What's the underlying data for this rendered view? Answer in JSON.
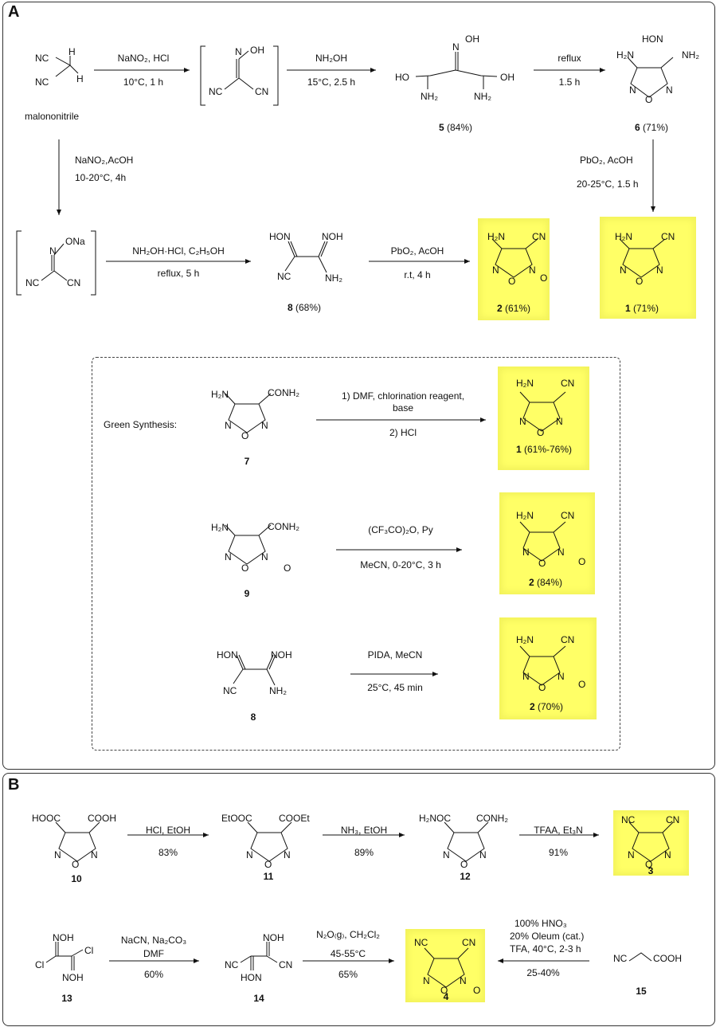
{
  "panel_a": {
    "label": "A",
    "malononitrile": "malononitrile",
    "r1_top": "NaNO₂, HCl",
    "r1_bot": "10°C, 1 h",
    "r2_top": "NH₂OH",
    "r2_bot": "15°C, 2.5 h",
    "r3_top": "reflux",
    "r3_bot": "1.5 h",
    "r4_top": "NaNO₂,AcOH",
    "r4_bot": "10-20°C, 4h",
    "r5_top": "PbO₂, AcOH",
    "r5_bot": "20-25°C, 1.5 h",
    "r6_top": "NH₂OH·HCl, C₂H₅OH",
    "r6_bot": "reflux, 5 h",
    "r7_top": "PbO₂, AcOH",
    "r7_bot": "r.t, 4 h",
    "c5": "5",
    "y5": "(84%)",
    "c6": "6",
    "y6": "(71%)",
    "c8": "8",
    "y8": "(68%)",
    "c2": "2",
    "y2": "(61%)",
    "c1": "1",
    "y1": "(71%)",
    "green_title": "Green Synthesis:",
    "g1_top": "1) DMF, chlorination reagent,",
    "g1_top2": "base",
    "g1_bot": "2) HCl",
    "g1_c": "1",
    "g1_y": "(61%-76%)",
    "c7": "7",
    "g2_top": "(CF₃CO)₂O, Py",
    "g2_bot": "MeCN, 0-20°C, 3 h",
    "g2_c": "2",
    "g2_y": "(84%)",
    "c9": "9",
    "g3_top": "PIDA, MeCN",
    "g3_bot": "25°C, 45 min",
    "g3_c": "2",
    "g3_y": "(70%)",
    "c8b": "8"
  },
  "panel_b": {
    "label": "B",
    "r1_top": "HCl, EtOH",
    "r1_bot": "83%",
    "r2_top": "NH₃, EtOH",
    "r2_bot": "89%",
    "r3_top": "TFAA, Et₃N",
    "r3_bot": "91%",
    "c10": "10",
    "c11": "11",
    "c12": "12",
    "c3": "3",
    "r4_top": "NaCN, Na₂CO₃",
    "r4_mid": "DMF",
    "r4_bot": "60%",
    "r5_top": "N₂O₍g₎, CH₂Cl₂",
    "r5_mid": "45-55°C",
    "r5_bot": "65%",
    "r6_l1": "100% HNO₃",
    "r6_l2": "20% Oleum (cat.)",
    "r6_l3": "TFA, 40°C, 2-3 h",
    "r6_bot": "25-40%",
    "c13": "13",
    "c14": "14",
    "c4": "4",
    "c15": "15"
  },
  "labels": {
    "H": "H",
    "CN": "CN",
    "NC": "NC",
    "N": "N",
    "O": "O",
    "OH": "OH",
    "HO": "HO",
    "HON": "HON",
    "NOH": "NOH",
    "NH2": "NH₂",
    "H2N": "H₂N",
    "ONa": "ONa",
    "CONH2": "CONH₂",
    "H2NOC": "H₂NOC",
    "COOH": "COOH",
    "HOOC": "HOOC",
    "COOEt": "COOEt",
    "EtOOC": "EtOOC",
    "Cl": "Cl",
    "NOH2": "NOH",
    "HON2": "HON",
    "ON": "O"
  }
}
